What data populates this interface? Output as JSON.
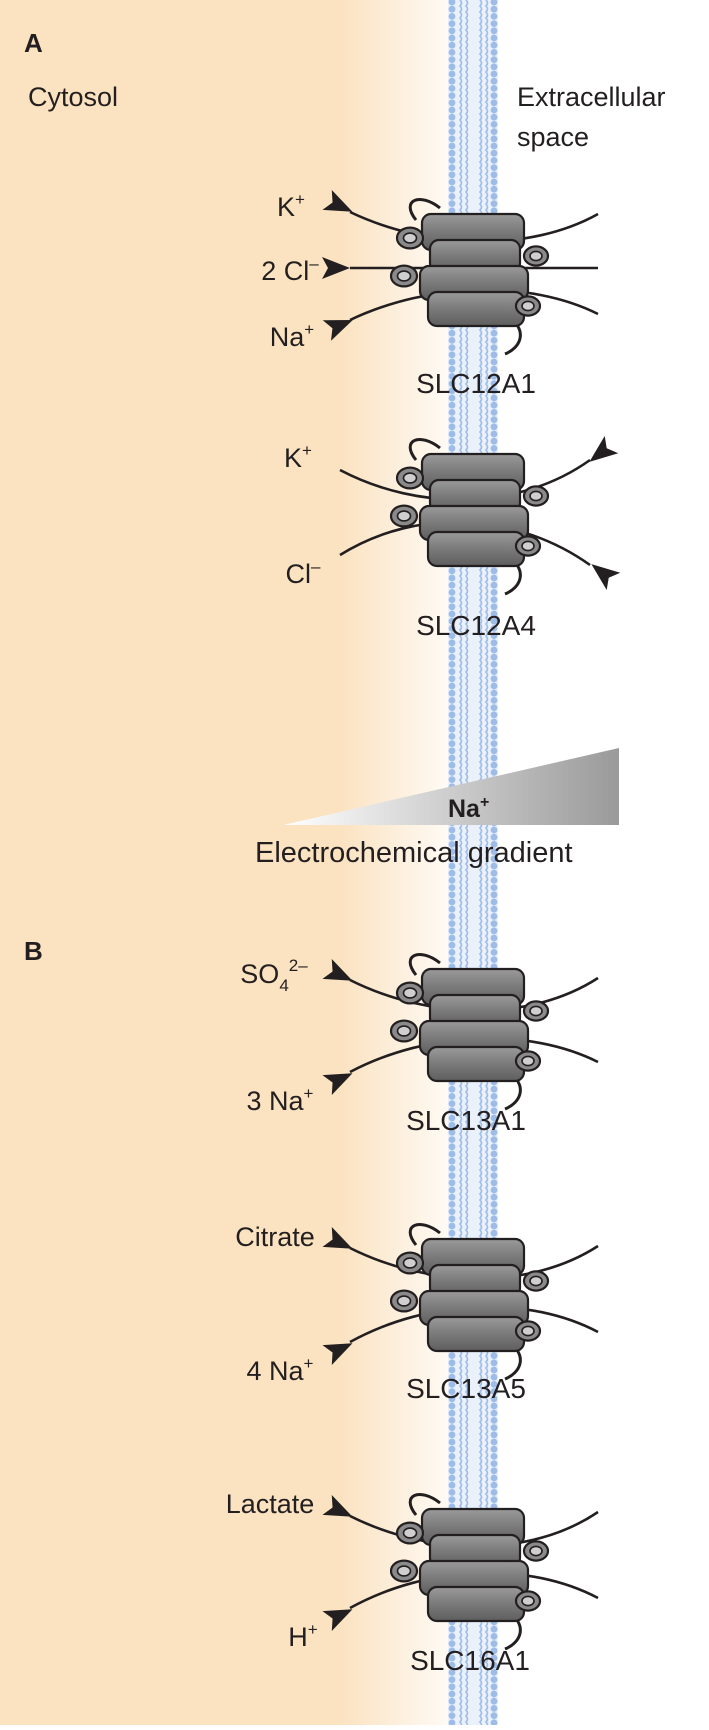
{
  "panels": {
    "a": {
      "letter": "A"
    },
    "b": {
      "letter": "B"
    }
  },
  "regions": {
    "cytosol": "Cytosol",
    "extracellular_line1": "Extracellular",
    "extracellular_line2": "space"
  },
  "transporters": [
    {
      "name": "SLC12A1",
      "ions": [
        {
          "label": "K",
          "sup": "+",
          "direction": "in"
        },
        {
          "label": "2 Cl",
          "sup": "–",
          "direction": "in"
        },
        {
          "label": "Na",
          "sup": "+",
          "direction": "in"
        }
      ]
    },
    {
      "name": "SLC12A4",
      "ions": [
        {
          "label": "K",
          "sup": "+",
          "direction": "out"
        },
        {
          "label": "Cl",
          "sup": "–",
          "direction": "out"
        }
      ]
    },
    {
      "name": "SLC13A1",
      "ions": [
        {
          "label": "SO",
          "sub": "4",
          "sup": "2–",
          "direction": "in"
        },
        {
          "label": "3 Na",
          "sup": "+",
          "direction": "in"
        }
      ]
    },
    {
      "name": "SLC13A5",
      "ions": [
        {
          "label": "Citrate",
          "direction": "in"
        },
        {
          "label": "4 Na",
          "sup": "+",
          "direction": "in"
        }
      ]
    },
    {
      "name": "SLC16A1",
      "ions": [
        {
          "label": "Lactate",
          "direction": "in"
        },
        {
          "label": "H",
          "sup": "+",
          "direction": "in"
        }
      ]
    }
  ],
  "gradient": {
    "ion": "Na",
    "ion_sup": "+",
    "caption": "Electrochemical gradient"
  },
  "colors": {
    "cytosol": "#fbe2c0",
    "membrane": "#9dbde8",
    "protein": "#7c7c7c",
    "outline": "#231f20"
  }
}
